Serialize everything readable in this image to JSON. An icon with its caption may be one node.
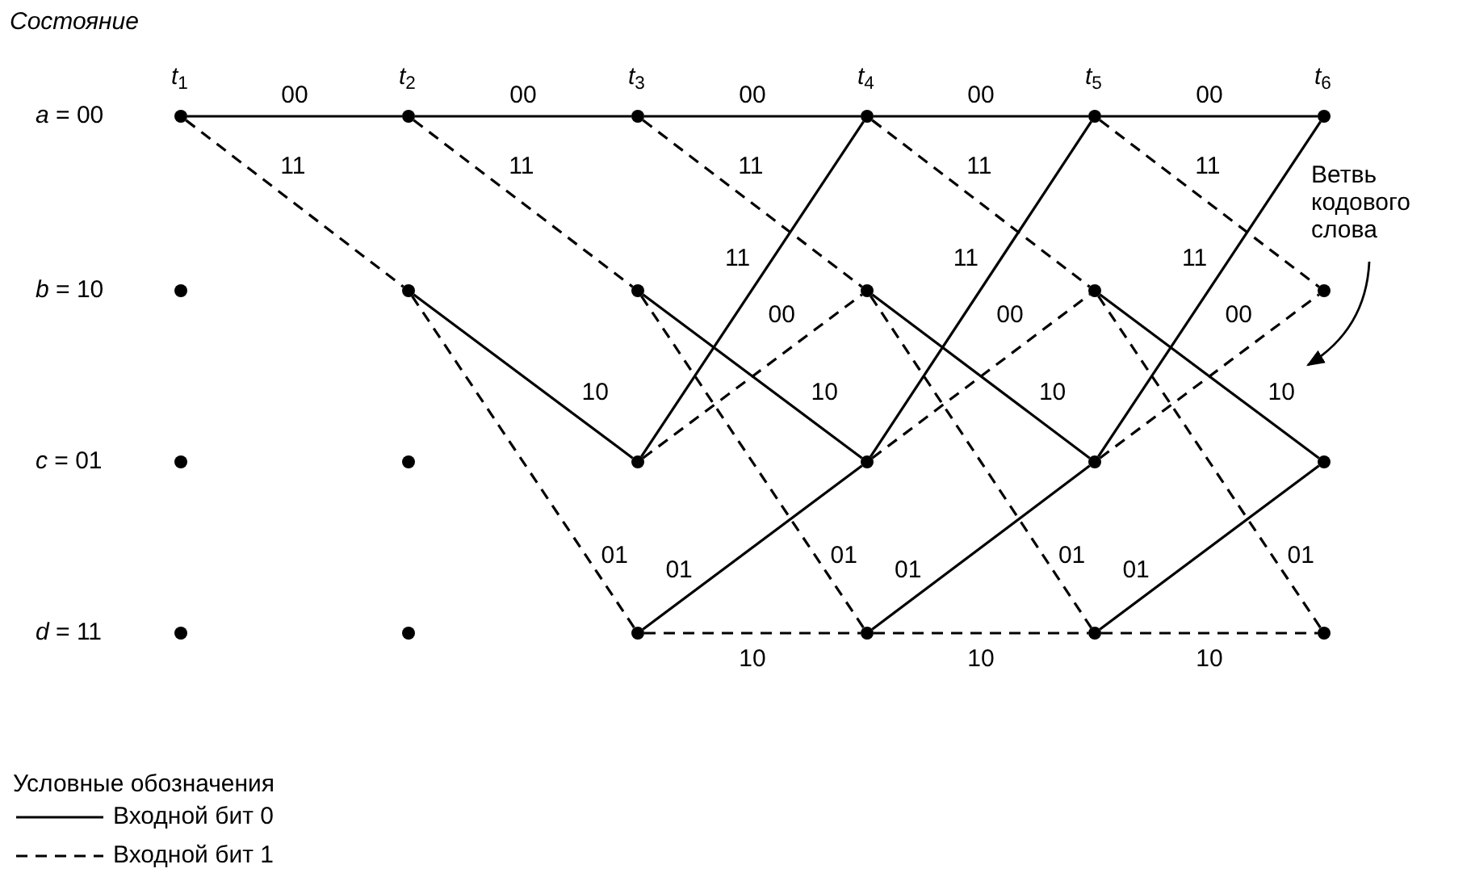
{
  "diagram": {
    "nodes": [
      {
        "text": [],
        "shape": "circle"
      },
      {
        "text": [],
        "shape": "circle"
      },
      {
        "text": [],
        "shape": "circle"
      },
      {
        "text": [],
        "shape": "circle"
      },
      {
        "text": [],
        "shape": "circle"
      },
      {
        "text": [],
        "shape": "circle"
      },
      {
        "text": [],
        "shape": "circle"
      },
      {
        "text": [],
        "shape": "circle"
      },
      {
        "text": [],
        "shape": "circle"
      },
      {
        "text": [],
        "shape": "circle"
      },
      {
        "text": [],
        "shape": "circle"
      },
      {
        "text": [],
        "shape": "circle"
      },
      {
        "text": [],
        "shape": "circle"
      },
      {
        "text": [],
        "shape": "circle"
      },
      {
        "text": [],
        "shape": "circle"
      },
      {
        "text": [],
        "shape": "circle"
      },
      {
        "text": [],
        "shape": "circle"
      },
      {
        "text": [],
        "shape": "circle"
      },
      {
        "text": [],
        "shape": "circle"
      },
      {
        "text": [],
        "shape": "circle"
      },
      {
        "text": [],
        "shape": "circle"
      },
      {
        "text": [],
        "shape": "circle"
      },
      {
        "text": [],
        "shape": "circle"
      },
      {
        "text": [],
        "shape": "circle"
      },
      {
        "text": [
          "Ветвь кодового слова"
        ]
      }
    ],
    "edges": [
      {
        "from": 0,
        "to": 1,
        "arrow": "none",
        "label": "00"
      },
      {
        "from": 0,
        "to": 7,
        "arrow": "none",
        "label": "11",
        "style": "dashed"
      },
      {
        "from": 1,
        "to": 2,
        "arrow": "none",
        "label": "00"
      },
      {
        "from": 1,
        "to": 8,
        "arrow": "none",
        "label": "11",
        "style": "dashed"
      },
      {
        "from": 7,
        "to": 14,
        "arrow": "none",
        "label": "10"
      },
      {
        "from": 7,
        "to": 20,
        "arrow": "none",
        "label": "01",
        "style": "dashed"
      },
      {
        "from": 2,
        "to": 3,
        "arrow": "none",
        "label": "00"
      },
      {
        "from": 2,
        "to": 9,
        "arrow": "none",
        "label": "11",
        "style": "dashed"
      },
      {
        "from": 8,
        "to": 15,
        "arrow": "none",
        "label": "10"
      },
      {
        "from": 8,
        "to": 21,
        "arrow": "none",
        "label": "01",
        "style": "dashed"
      },
      {
        "from": 14,
        "to": 3,
        "arrow": "none",
        "label": "11"
      },
      {
        "from": 14,
        "to": 9,
        "arrow": "none",
        "label": "00",
        "style": "dashed"
      },
      {
        "from": 20,
        "to": 15,
        "arrow": "none",
        "label": "01"
      },
      {
        "from": 20,
        "to": 21,
        "arrow": "none",
        "label": "10",
        "style": "dashed"
      },
      {
        "from": 3,
        "to": 4,
        "arrow": "none",
        "label": "00"
      },
      {
        "from": 3,
        "to": 10,
        "arrow": "none",
        "label": "11",
        "style": "dashed"
      },
      {
        "from": 9,
        "to": 16,
        "arrow": "none",
        "label": "10"
      },
      {
        "from": 9,
        "to": 22,
        "arrow": "none",
        "label": "01",
        "style": "dashed"
      },
      {
        "from": 15,
        "to": 4,
        "arrow": "none",
        "label": "11"
      },
      {
        "from": 15,
        "to": 10,
        "arrow": "none",
        "label": "00",
        "style": "dashed"
      },
      {
        "from": 21,
        "to": 16,
        "arrow": "none",
        "label": "01"
      },
      {
        "from": 21,
        "to": 22,
        "arrow": "none",
        "label": "10",
        "style": "dashed"
      },
      {
        "from": 4,
        "to": 5,
        "arrow": "none",
        "label": "00"
      },
      {
        "from": 4,
        "to": 11,
        "arrow": "none",
        "label": "11",
        "style": "dashed"
      },
      {
        "from": 10,
        "to": 17,
        "arrow": "none",
        "label": "10"
      },
      {
        "from": 10,
        "to": 23,
        "arrow": "none",
        "label": "01",
        "style": "dashed"
      },
      {
        "from": 16,
        "to": 5,
        "arrow": "none",
        "label": "11"
      },
      {
        "from": 16,
        "to": 11,
        "arrow": "none",
        "label": "00",
        "style": "dashed"
      },
      {
        "from": 22,
        "to": 17,
        "arrow": "none",
        "label": "01"
      },
      {
        "from": 22,
        "to": 23,
        "arrow": "none",
        "label": "10",
        "style": "dashed"
      },
      {
        "from": 24,
        "to": null,
        "arrow": "to"
      }
    ],
    "labels": [
      "Состояние",
      "*t*$_{1}$",
      "*t*$_{2}$",
      "*t*$_{3}$",
      "*t*$_{4}$",
      "*t*$_{5}$",
      "*t*$_{6}$",
      "*a* = 00",
      "*b* = 10",
      "*c* = 01",
      "*d* = 11",
      "Условные обозначения"
    ],
    "legend": [
      {
        "text": "Входной бит 0"
      },
      {
        "text": "Входной бит 1"
      }
    ]
  }
}
